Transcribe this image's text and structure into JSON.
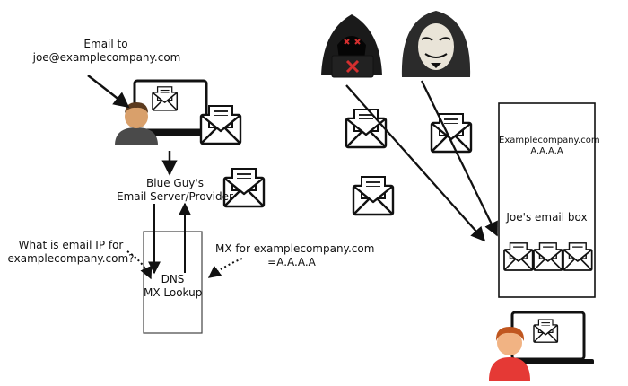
{
  "labels": {
    "email_to_line1": "Email to",
    "email_to_line2": "joe@examplecompany.com",
    "provider_line1": "Blue Guy's",
    "provider_line2": "Email Server/Provider",
    "question_line1": "What is email IP for",
    "question_line2": "examplecompany.com?",
    "mx_answer_line1": "MX for examplecompany.com",
    "mx_answer_line2": "=A.A.A.A",
    "dns_line1": "DNS",
    "dns_line2": "MX Lookup",
    "company_line1": "Examplecompany.com",
    "company_line2": "A.A.A.A",
    "mailbox": "Joe's email box"
  },
  "icons": {
    "sender": "person-icon",
    "sender_laptop": "laptop-icon",
    "hacker1": "hooded-hacker-icon",
    "hacker2": "masked-hacker-icon",
    "recipient": "person-icon",
    "recipient_laptop": "laptop-icon",
    "envelope": "envelope-icon"
  },
  "colors": {
    "sender_shirt": "#4a4a4a",
    "sender_skin": "#d9a06b",
    "sender_hair": "#5b3a1e",
    "hacker_red": "#d32f2f",
    "recipient_hair": "#c0561f",
    "recipient_shirt": "#e53935",
    "stroke": "#111111"
  }
}
